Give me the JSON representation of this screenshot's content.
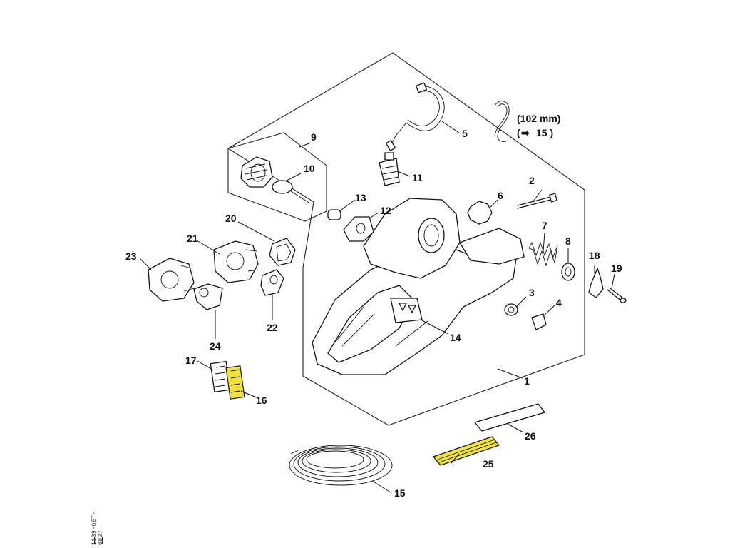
{
  "diagram": {
    "callouts": [
      {
        "id": "1",
        "label": "1"
      },
      {
        "id": "2",
        "label": "2"
      },
      {
        "id": "3",
        "label": "3"
      },
      {
        "id": "4",
        "label": "4"
      },
      {
        "id": "5",
        "label": "5"
      },
      {
        "id": "6",
        "label": "6"
      },
      {
        "id": "7",
        "label": "7"
      },
      {
        "id": "8",
        "label": "8"
      },
      {
        "id": "9",
        "label": "9"
      },
      {
        "id": "10",
        "label": "10"
      },
      {
        "id": "11",
        "label": "11"
      },
      {
        "id": "12",
        "label": "12"
      },
      {
        "id": "13",
        "label": "13"
      },
      {
        "id": "14",
        "label": "14"
      },
      {
        "id": "15",
        "label": "15"
      },
      {
        "id": "16",
        "label": "16"
      },
      {
        "id": "17",
        "label": "17"
      },
      {
        "id": "18",
        "label": "18"
      },
      {
        "id": "19",
        "label": "19"
      },
      {
        "id": "20",
        "label": "20"
      },
      {
        "id": "21",
        "label": "21"
      },
      {
        "id": "22",
        "label": "22"
      },
      {
        "id": "23",
        "label": "23"
      },
      {
        "id": "24",
        "label": "24"
      },
      {
        "id": "25",
        "label": "25"
      },
      {
        "id": "26",
        "label": "26"
      }
    ],
    "hose_note": {
      "length": "(102 mm)",
      "arrow": "➡",
      "ref": "15 )"
    },
    "side_code": "1139-GET-0027",
    "colors": {
      "line": "#111111",
      "label_yellow": "#f2e23a",
      "background": "#ffffff"
    }
  }
}
